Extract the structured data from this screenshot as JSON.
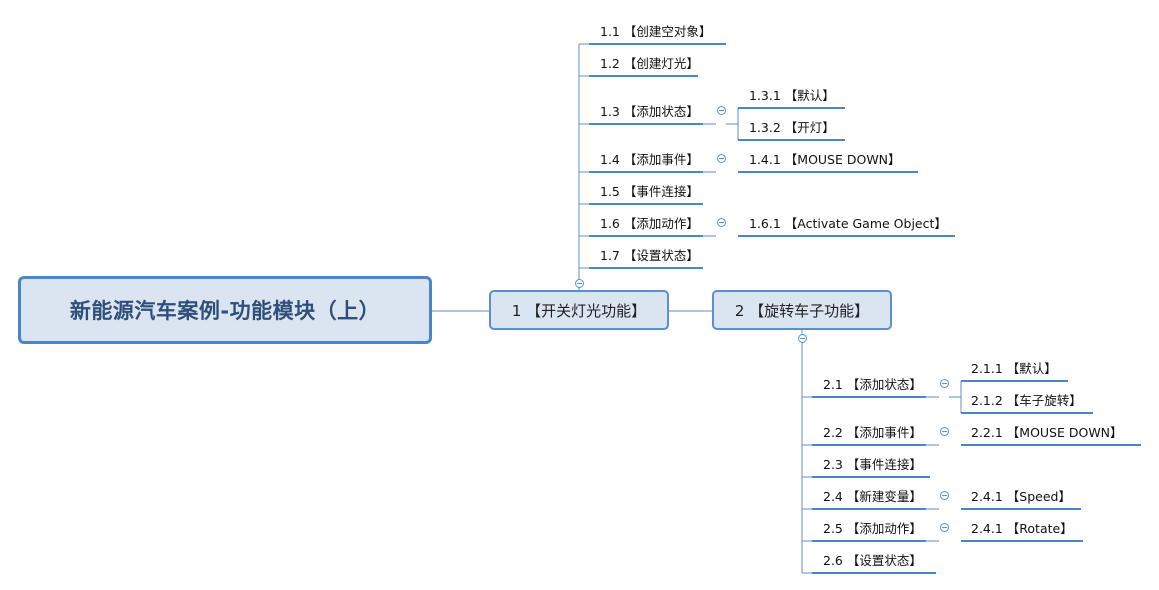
{
  "root": {
    "label": "新能源汽车案例-功能模块（上）"
  },
  "branch1": {
    "label": "1 【开关灯光功能】",
    "children": [
      {
        "label": "1.1 【创建空对象】"
      },
      {
        "label": "1.2 【创建灯光】"
      },
      {
        "label": "1.3 【添加状态】",
        "children": [
          {
            "label": "1.3.1 【默认】"
          },
          {
            "label": "1.3.2 【开灯】"
          }
        ]
      },
      {
        "label": "1.4 【添加事件】",
        "children": [
          {
            "label": "1.4.1 【MOUSE DOWN】"
          }
        ]
      },
      {
        "label": "1.5 【事件连接】"
      },
      {
        "label": "1.6 【添加动作】",
        "children": [
          {
            "label": "1.6.1 【Activate Game Object】"
          }
        ]
      },
      {
        "label": "1.7 【设置状态】"
      }
    ]
  },
  "branch2": {
    "label": "2 【旋转车子功能】",
    "children": [
      {
        "label": "2.1 【添加状态】",
        "children": [
          {
            "label": "2.1.1 【默认】"
          },
          {
            "label": "2.1.2 【车子旋转】"
          }
        ]
      },
      {
        "label": "2.2 【添加事件】",
        "children": [
          {
            "label": "2.2.1 【MOUSE DOWN】"
          }
        ]
      },
      {
        "label": "2.3 【事件连接】"
      },
      {
        "label": "2.4 【新建变量】",
        "children": [
          {
            "label": "2.4.1 【Speed】"
          }
        ]
      },
      {
        "label": "2.5 【添加动作】",
        "children": [
          {
            "label": "2.4.1 【Rotate】"
          }
        ]
      },
      {
        "label": "2.6 【设置状态】"
      }
    ]
  },
  "colors": {
    "line": "#5b8fce",
    "underline": "#4a86c8",
    "node_fill": "#dbe5f1",
    "root_border": "#4a86c8",
    "root_text": "#2f4f7a"
  },
  "icons": {
    "collapse": "collapse-toggle-icon"
  }
}
